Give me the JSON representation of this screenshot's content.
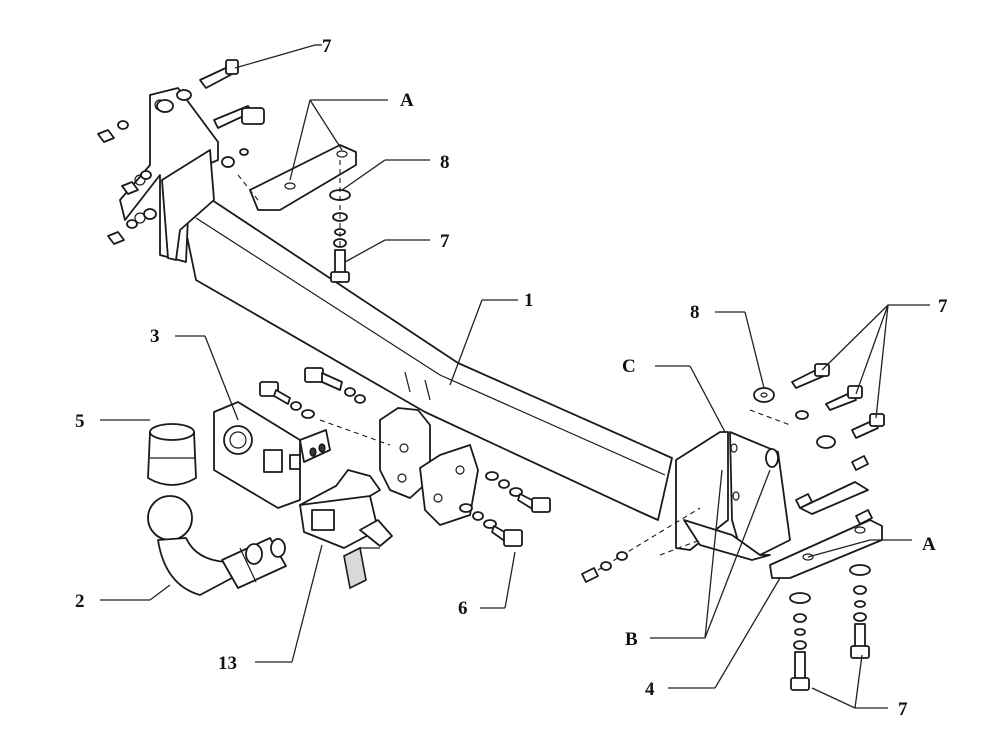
{
  "callouts": {
    "c1": "1",
    "c2": "2",
    "c3": "3",
    "c4": "4",
    "c5": "5",
    "c6": "6",
    "c7_top": "7",
    "c7_left_bolt": "7",
    "c7_right": "7",
    "c7_bottom": "7",
    "c8_left": "8",
    "c8_right": "8",
    "c13": "13",
    "cA_top": "A",
    "cA_right": "A",
    "cB": "B",
    "cC": "C"
  }
}
